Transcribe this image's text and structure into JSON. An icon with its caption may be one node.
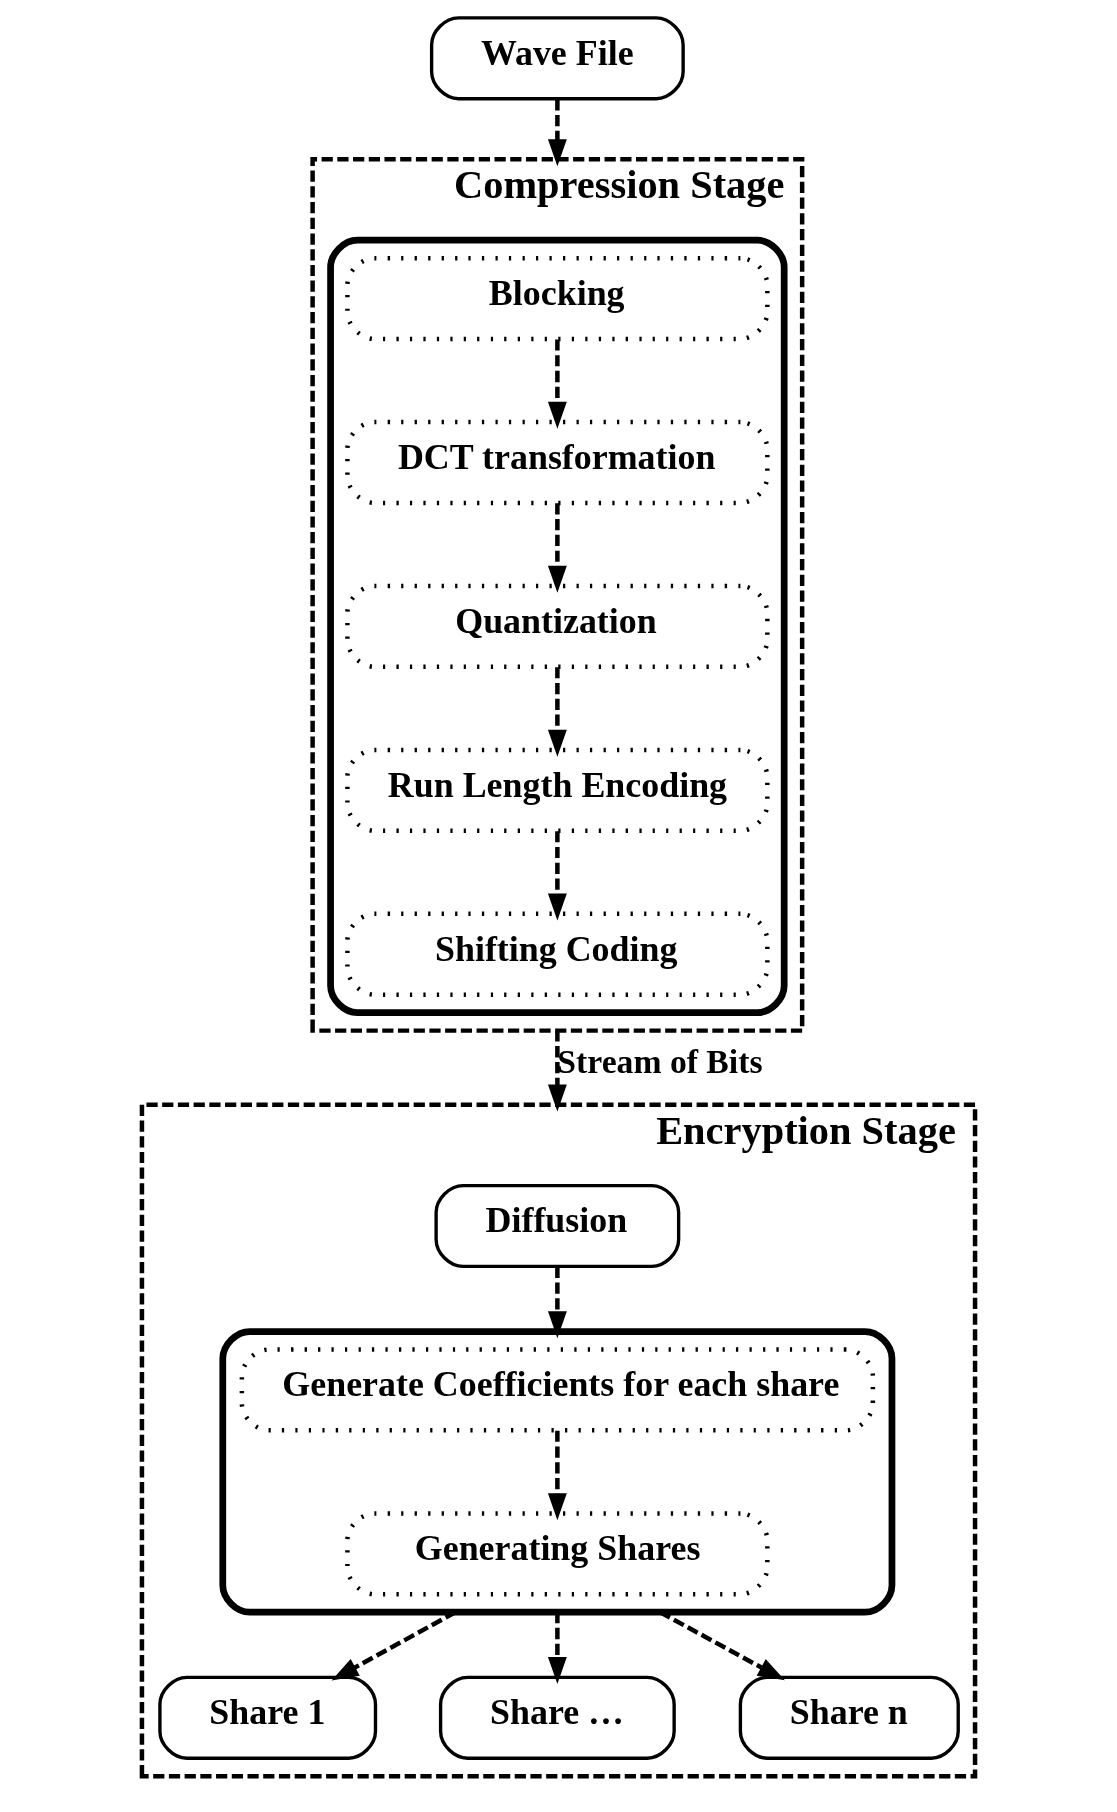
{
  "diagram": {
    "nodes": [
      {
        "text": [
          "Wave File"
        ]
      },
      {
        "text": [
          "Compression Stage"
        ]
      },
      {
        "text": [],
        "shape": "box",
        "in": 1
      },
      {
        "text": [
          "Blocking"
        ],
        "in": 2
      },
      {
        "text": [
          "DCT transformation"
        ],
        "in": 2
      },
      {
        "text": [
          "Quantization"
        ],
        "in": 2
      },
      {
        "text": [
          "Run Length Encoding"
        ],
        "in": 2
      },
      {
        "text": [
          "Shifting Coding"
        ],
        "in": 2
      },
      {
        "text": [
          "Encryption Stage"
        ]
      },
      {
        "text": [
          "Diffusion"
        ],
        "in": 8
      },
      {
        "text": [],
        "shape": "box",
        "in": 8
      },
      {
        "text": [
          "Generate Coefficients for each share"
        ],
        "in": 10
      },
      {
        "text": [
          "Generating Shares"
        ],
        "in": 10
      },
      {
        "text": [
          "Share 1"
        ],
        "in": 8
      },
      {
        "text": [
          "Share …"
        ],
        "in": 8
      },
      {
        "text": [
          "Share n"
        ],
        "in": 8
      }
    ],
    "edges": [
      {
        "from": 0,
        "to": 1,
        "arrow": "to",
        "style": "dashed"
      },
      {
        "from": 3,
        "to": 4,
        "arrow": "to",
        "style": "dashed"
      },
      {
        "from": 4,
        "to": 5,
        "arrow": "to",
        "style": "dashed"
      },
      {
        "from": 5,
        "to": 6,
        "arrow": "to",
        "style": "dashed"
      },
      {
        "from": 6,
        "to": 7,
        "arrow": "to",
        "style": "dashed"
      },
      {
        "from": 1,
        "to": 8,
        "arrow": "to",
        "style": "dashed",
        "label": "Stream of Bits"
      },
      {
        "from": 9,
        "to": 10,
        "arrow": "to",
        "style": "dashed"
      },
      {
        "from": 11,
        "to": 12,
        "arrow": "to",
        "style": "dashed"
      },
      {
        "from": 10,
        "to": 13,
        "arrow": "to",
        "style": "dashed"
      },
      {
        "from": 10,
        "to": 14,
        "arrow": "to",
        "style": "dashed"
      },
      {
        "from": 10,
        "to": 15,
        "arrow": "to",
        "style": "dashed"
      }
    ]
  }
}
